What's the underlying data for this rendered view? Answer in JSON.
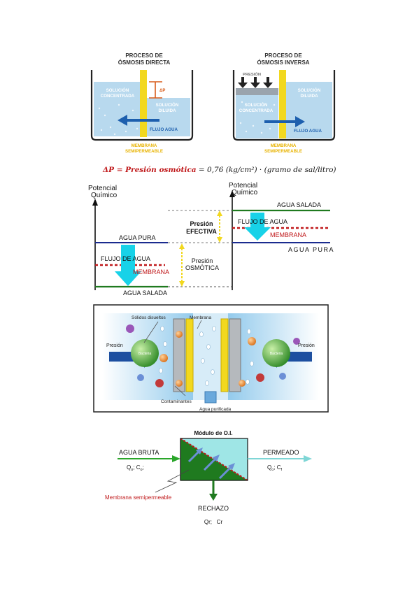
{
  "panel1": {
    "direct": {
      "title_line1": "PROCESO DE",
      "title_line2": "ÓSMOSIS DIRECTA",
      "left_line1": "SOLUCIÓN",
      "left_line2": "CONCENTRADA",
      "right_line1": "SOLUCIÓN",
      "right_line2": "DILUIDA",
      "delta_p": "ΔP",
      "flow": "FLUJO AGUA",
      "membrane_line1": "MEMBRANA",
      "membrane_line2": "SEMIPERMEABLE"
    },
    "inverse": {
      "title_line1": "PROCESO DE",
      "title_line2": "ÓSMOSIS INVERSA",
      "pressure": "PRESIÓN",
      "left_line1": "SOLUCIÓN",
      "left_line2": "CONCENTRADA",
      "right_line1": "SOLUCIÓN",
      "right_line2": "DILUIDA",
      "flow": "FLUJO AGUA",
      "membrane_line1": "MEMBRANA",
      "membrane_line2": "SEMIPERMEABLE"
    }
  },
  "formula": {
    "lhs": "ΔP = Presión osmótica",
    "rhs": " = 0,76 (kg/cm²) · (gramo de sal/litro)"
  },
  "panel2": {
    "axis_line1": "Potencial",
    "axis_line2": "Químico",
    "left_pure": "AGUA PURA",
    "left_flow": "FLUJO DE AGUA",
    "left_membrane": "MEMBRANA",
    "left_salt": "AGUA SALADA",
    "effective_line1": "Presión",
    "effective_line2": "EFECTIVA",
    "osmotic_line1": "Presión",
    "osmotic_line2": "OSMÓTICA",
    "right_salt": "AGUA SALADA",
    "right_flow": "FLUJO DE AGUA",
    "right_membrane": "MEMBRANA",
    "right_pure": "AGUA PURA"
  },
  "panel3": {
    "solids": "Sólidos disueltos",
    "membrane": "Membrana",
    "pressure_left": "Presión",
    "pressure_right": "Presión",
    "bacteria": "Bacteria",
    "contaminants": "Contaminantes",
    "purified": "Agua purificada"
  },
  "panel4": {
    "module_title": "Módulo de O.I.",
    "raw_water": "AGUA BRUTA",
    "raw_q": "Q",
    "raw_q_sub": "o",
    "raw_c": "C",
    "raw_c_sub": "o",
    "permeate": "PERMEADO",
    "perm_q": "Q",
    "perm_q_sub": "o",
    "perm_c": "C",
    "perm_c_sub": "f",
    "membrane": "Membrana semipermeable",
    "reject": "RECHAZO",
    "reject_vals": "Qr;   Cr"
  },
  "colors": {
    "water": "#b8d9ee",
    "membrane": "#f2d81f",
    "arrow_blue": "#1d5fae",
    "red": "#c0191b",
    "green": "#1f7a1f",
    "navy": "#1a2b8f",
    "cyan": "#18d2e8"
  }
}
